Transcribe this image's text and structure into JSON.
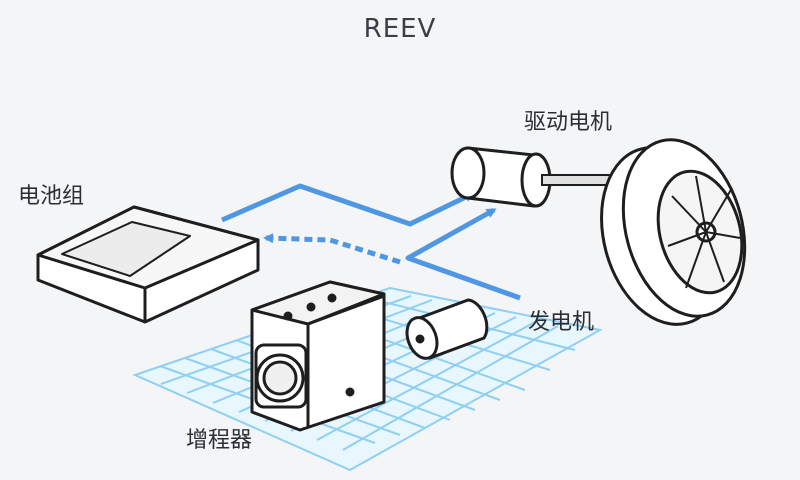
{
  "title": "REEV",
  "labels": {
    "battery": "电池组",
    "drive_motor": "驱动电机",
    "generator": "发电机",
    "range_extender": "增程器"
  },
  "colors": {
    "background": "#f4f5f7",
    "flow_line": "#4f97e3",
    "grid_line": "#8fd0f2",
    "outline": "#1e1e1e",
    "component_fill": "#ffffff"
  }
}
